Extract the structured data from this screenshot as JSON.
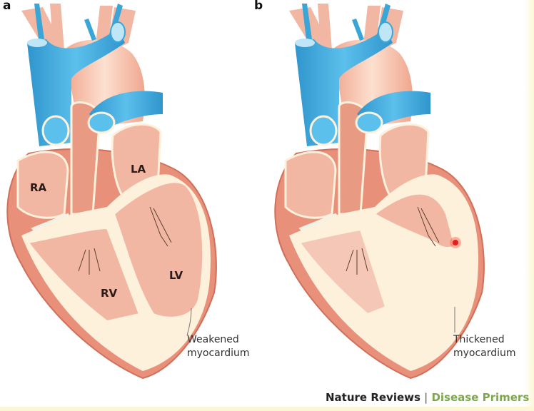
{
  "panels": [
    {
      "letter": "a",
      "labels": {
        "ra": "RA",
        "la": "LA",
        "rv": "RV",
        "lv": "LV"
      },
      "annotation": [
        "Weakened",
        "myocardium"
      ]
    },
    {
      "letter": "b",
      "annotation": [
        "Thickened",
        "myocardium"
      ]
    }
  ],
  "credit": {
    "journal": "Nature Reviews",
    "separator": "|",
    "series": "Disease Primers"
  },
  "colors": {
    "vein_blue": "#3aa6d8",
    "muscle": "#e8907a",
    "chamber": "#f2b7a3",
    "wall": "#fdf1dc",
    "accent_green": "#7aa84a"
  }
}
